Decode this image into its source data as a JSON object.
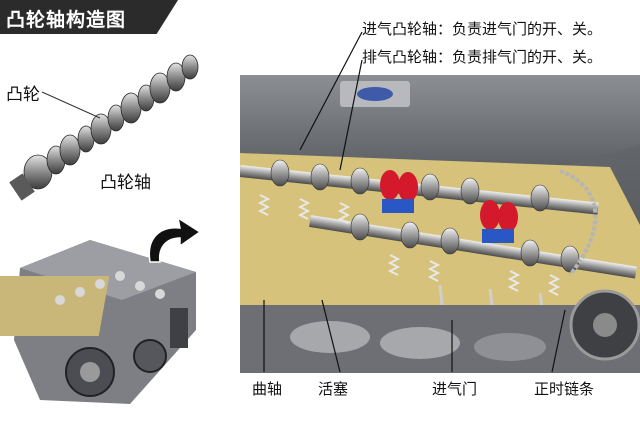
{
  "title": "凸轮轴构造图",
  "labels": {
    "cam": "凸轮",
    "camshaft": "凸轮轴",
    "intake_camshaft": "进气凸轮轴：负责进气门的开、关。",
    "exhaust_camshaft": "排气凸轮轴：负责排气门的开、关。",
    "crankshaft": "曲轴",
    "piston": "活塞",
    "intake_valve": "进气门",
    "timing_chain": "正时链条"
  },
  "colors": {
    "title_bg": "#2b2b2b",
    "arrow": "#111111",
    "valve_spring_red": "#d4192c",
    "valve_spring_blue": "#2a57c6"
  }
}
